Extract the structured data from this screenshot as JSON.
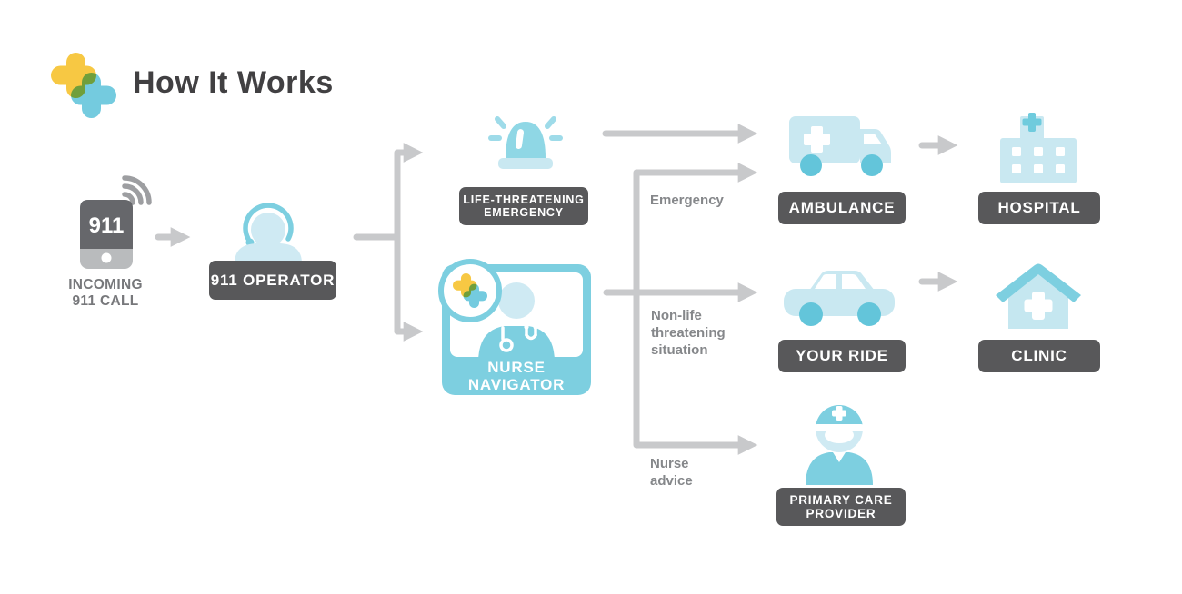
{
  "title": "How It Works",
  "colors": {
    "brand_yellow": "#f7c843",
    "brand_blue": "#7dcfe0",
    "icon_pale_blue": "#c9e8f1",
    "icon_medium_blue": "#63c5da",
    "label_bg": "#58585a",
    "label_text": "#ffffff",
    "connector_gray": "#c8c9cb",
    "caption_gray": "#85878a",
    "title_color": "#414042"
  },
  "nodes": {
    "incoming_call": {
      "icon": "phone-911-icon",
      "phone_screen": "911",
      "caption_line1": "INCOMING",
      "caption_line2": "911 CALL"
    },
    "operator": {
      "icon": "operator-headset-icon",
      "label": "911 OPERATOR"
    },
    "life_threatening": {
      "icon": "siren-icon",
      "label_line1": "LIFE-THREATENING",
      "label_line2": "EMERGENCY"
    },
    "nurse_navigator": {
      "icon": "nurse-icon",
      "badge_icon": "brand-cross-icon",
      "label_line1": "NURSE",
      "label_line2": "NAVIGATOR"
    },
    "ambulance": {
      "icon": "ambulance-icon",
      "label": "AMBULANCE"
    },
    "hospital": {
      "icon": "hospital-icon",
      "label": "HOSPITAL"
    },
    "your_ride": {
      "icon": "car-icon",
      "label": "YOUR RIDE"
    },
    "clinic": {
      "icon": "clinic-house-icon",
      "label": "CLINIC"
    },
    "primary_care_provider": {
      "icon": "provider-icon",
      "label_line1": "PRIMARY CARE",
      "label_line2": "PROVIDER"
    }
  },
  "branch_labels": {
    "emergency": "Emergency",
    "non_life_line1": "Non-life",
    "non_life_line2": "threatening",
    "non_life_line3": "situation",
    "nurse_advice_line1": "Nurse",
    "nurse_advice_line2": "advice"
  }
}
